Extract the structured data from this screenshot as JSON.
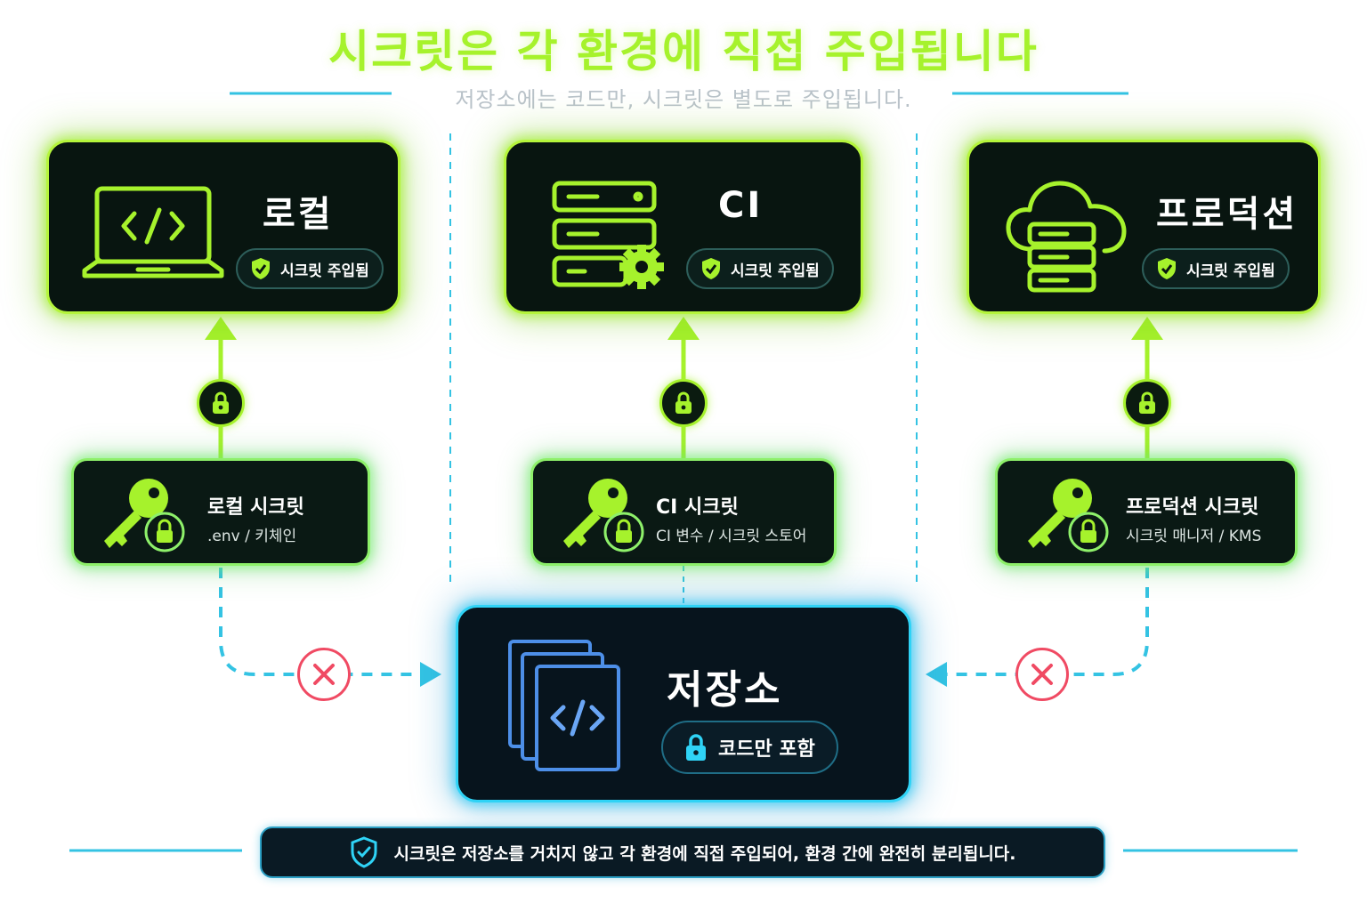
{
  "title": "시크릿은 각 환경에 직접 주입됩니다",
  "subtitle": "저장소에는 코드만, 시크릿은 별도로 주입됩니다.",
  "environments": [
    {
      "name": "로컬",
      "badge": "시크릿 주입됨",
      "icon": "laptop-code-icon"
    },
    {
      "name": "CI",
      "badge": "시크릿 주입됨",
      "icon": "server-gear-icon"
    },
    {
      "name": "프로덕션",
      "badge": "시크릿 주입됨",
      "icon": "cloud-server-icon"
    }
  ],
  "secrets": [
    {
      "title": "로컬 시크릿",
      "subtitle": ".env / 키체인",
      "icon": "key-lock-icon"
    },
    {
      "title": "CI 시크릿",
      "subtitle": "CI 변수 / 시크릿 스토어",
      "icon": "key-lock-icon"
    },
    {
      "title": "프로덕션 시크릿",
      "subtitle": "시크릿 매니저 / KMS",
      "icon": "key-lock-icon"
    }
  ],
  "repository": {
    "title": "저장소",
    "badge": "코드만 포함",
    "icon": "code-files-icon"
  },
  "footer": "시크릿은 저장소를 거치지 않고 각 환경에 직접 주입되어, 환경 간에 완전히 분리됩니다.",
  "colors": {
    "env_accent": "#a6f22c",
    "secret_accent": "#8ef06a",
    "repo_accent": "#2fd3f6",
    "blocked": "#f04a63"
  }
}
